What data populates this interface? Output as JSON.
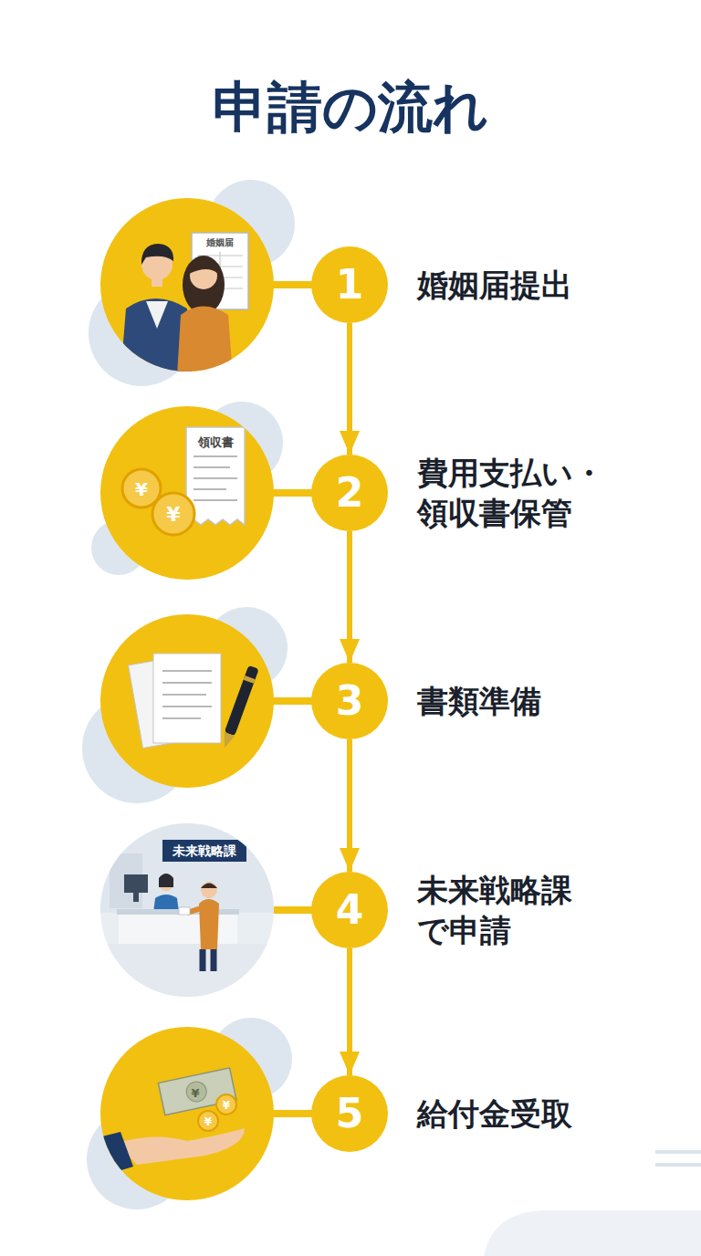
{
  "diagram": {
    "title": "申請の流れ",
    "nodes": [
      {
        "text": [
          "1",
          "婚姻届提出"
        ]
      },
      {
        "text": [
          "2",
          "費用支払い・領収書保管"
        ]
      },
      {
        "text": [
          "3",
          "書類準備"
        ]
      },
      {
        "text": [
          "4",
          "未来戦略課で申請"
        ]
      },
      {
        "text": [
          "5",
          "給付金受取"
        ]
      }
    ],
    "edges": [
      {
        "from": 0,
        "to": 1,
        "arrow": "to"
      },
      {
        "from": 1,
        "to": 2,
        "arrow": "to"
      },
      {
        "from": 2,
        "to": 3,
        "arrow": "to"
      },
      {
        "from": 3,
        "to": 4,
        "arrow": "to"
      }
    ],
    "labels": [
      "婚姻届",
      "¥",
      "¥",
      "領収書",
      "未来戦略課",
      "¥",
      "¥",
      "¥"
    ]
  }
}
